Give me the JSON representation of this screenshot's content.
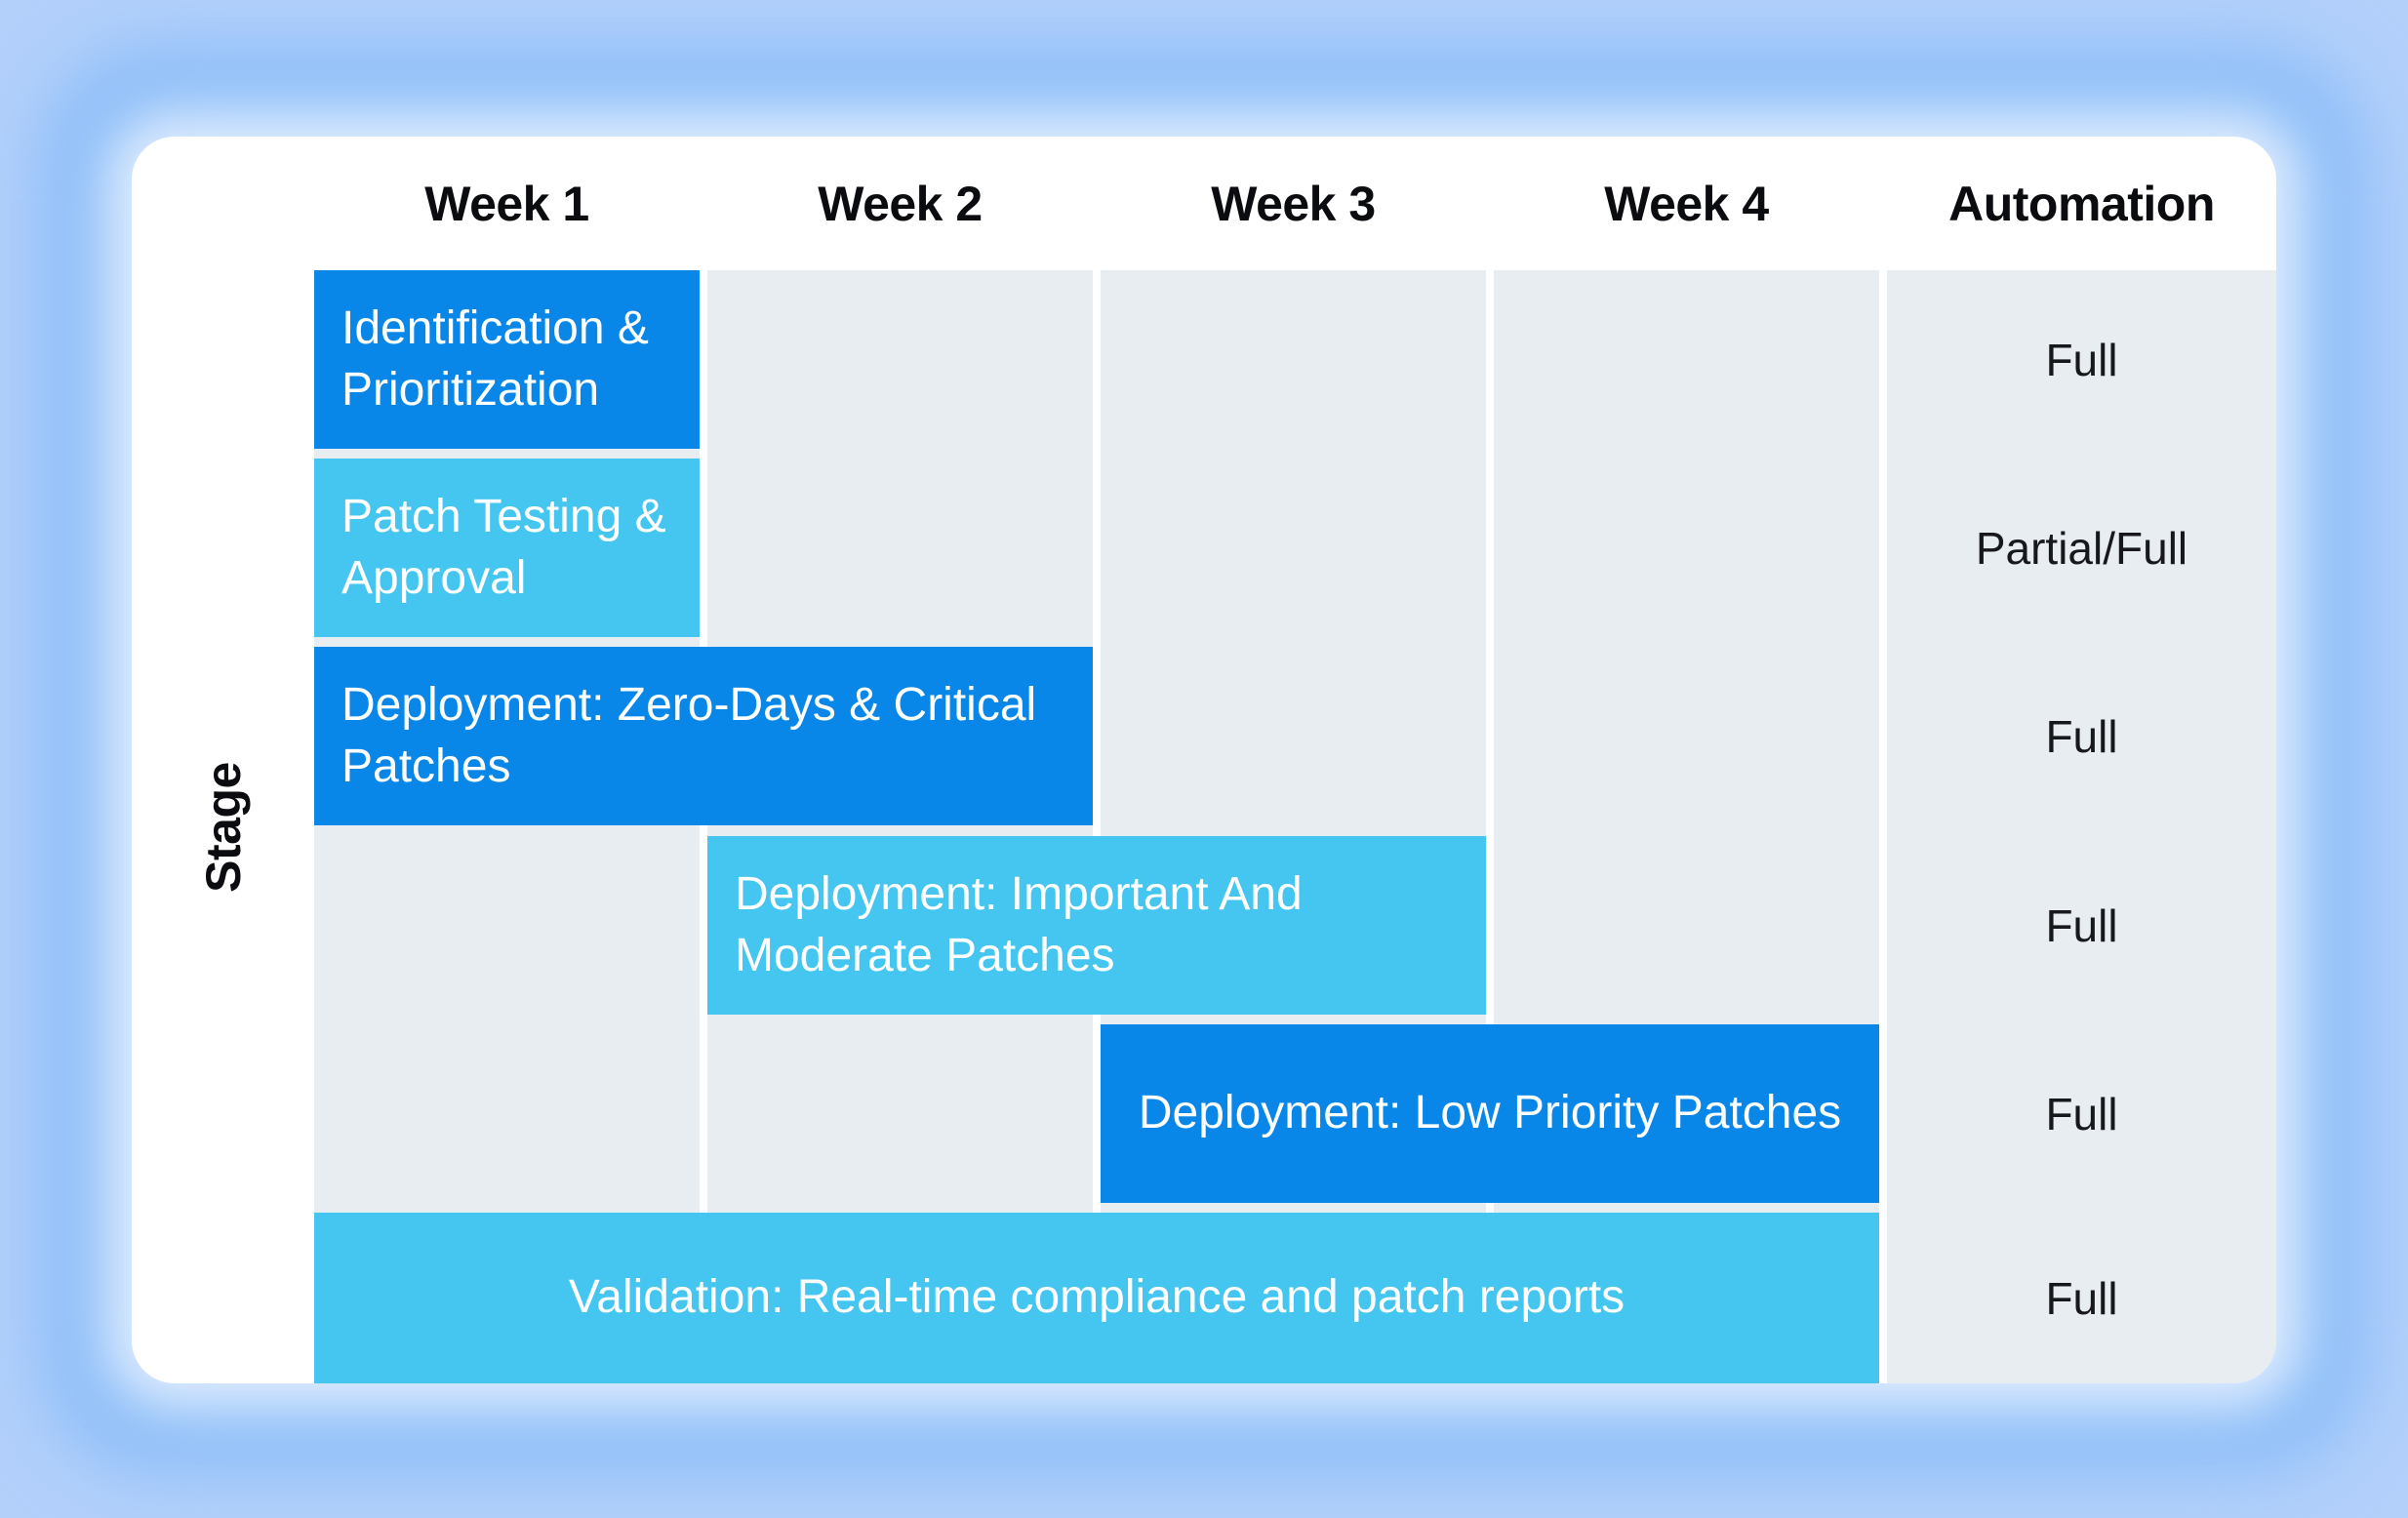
{
  "colors": {
    "page_edge": "#b3d0fb",
    "page_ring": "#8dbef8",
    "halo": "#ddebfe",
    "card_bg": "#ffffff",
    "track": "#e8edf1",
    "dark": "#0887e9",
    "light": "#44c6f0",
    "bar_text": "#ffffff",
    "header_text": "#0b0c10",
    "automation_text": "#17181b"
  },
  "chart_data": {
    "type": "bar",
    "variant": "gantt",
    "title": "",
    "columns": [
      "Week 1",
      "Week 2",
      "Week 3",
      "Week 4",
      "Automation"
    ],
    "ylabel": "Stage",
    "x_unit": "week",
    "x_range": [
      1,
      4
    ],
    "grid": "column-tracks",
    "legend": false,
    "tasks": [
      {
        "stage": "Identification &\nPrioritization",
        "start_week": 1,
        "end_week": 1,
        "automation": "Full",
        "color": "dark",
        "text_align": "left"
      },
      {
        "stage": "Patch Testing &\nApproval",
        "start_week": 1,
        "end_week": 1,
        "automation": "Partial/Full",
        "color": "light",
        "text_align": "left"
      },
      {
        "stage": "Deployment: Zero-Days & Critical\nPatches",
        "start_week": 1,
        "end_week": 2,
        "automation": "Full",
        "color": "dark",
        "text_align": "left"
      },
      {
        "stage": "Deployment: Important And\nModerate Patches",
        "start_week": 2,
        "end_week": 3,
        "automation": "Full",
        "color": "light",
        "text_align": "left"
      },
      {
        "stage": "Deployment: Low Priority Patches",
        "start_week": 3,
        "end_week": 4,
        "automation": "Full",
        "color": "dark",
        "text_align": "center"
      },
      {
        "stage": "Validation: Real-time compliance and patch reports",
        "start_week": 1,
        "end_week": 4,
        "automation": "Full",
        "color": "light",
        "text_align": "center"
      }
    ]
  }
}
